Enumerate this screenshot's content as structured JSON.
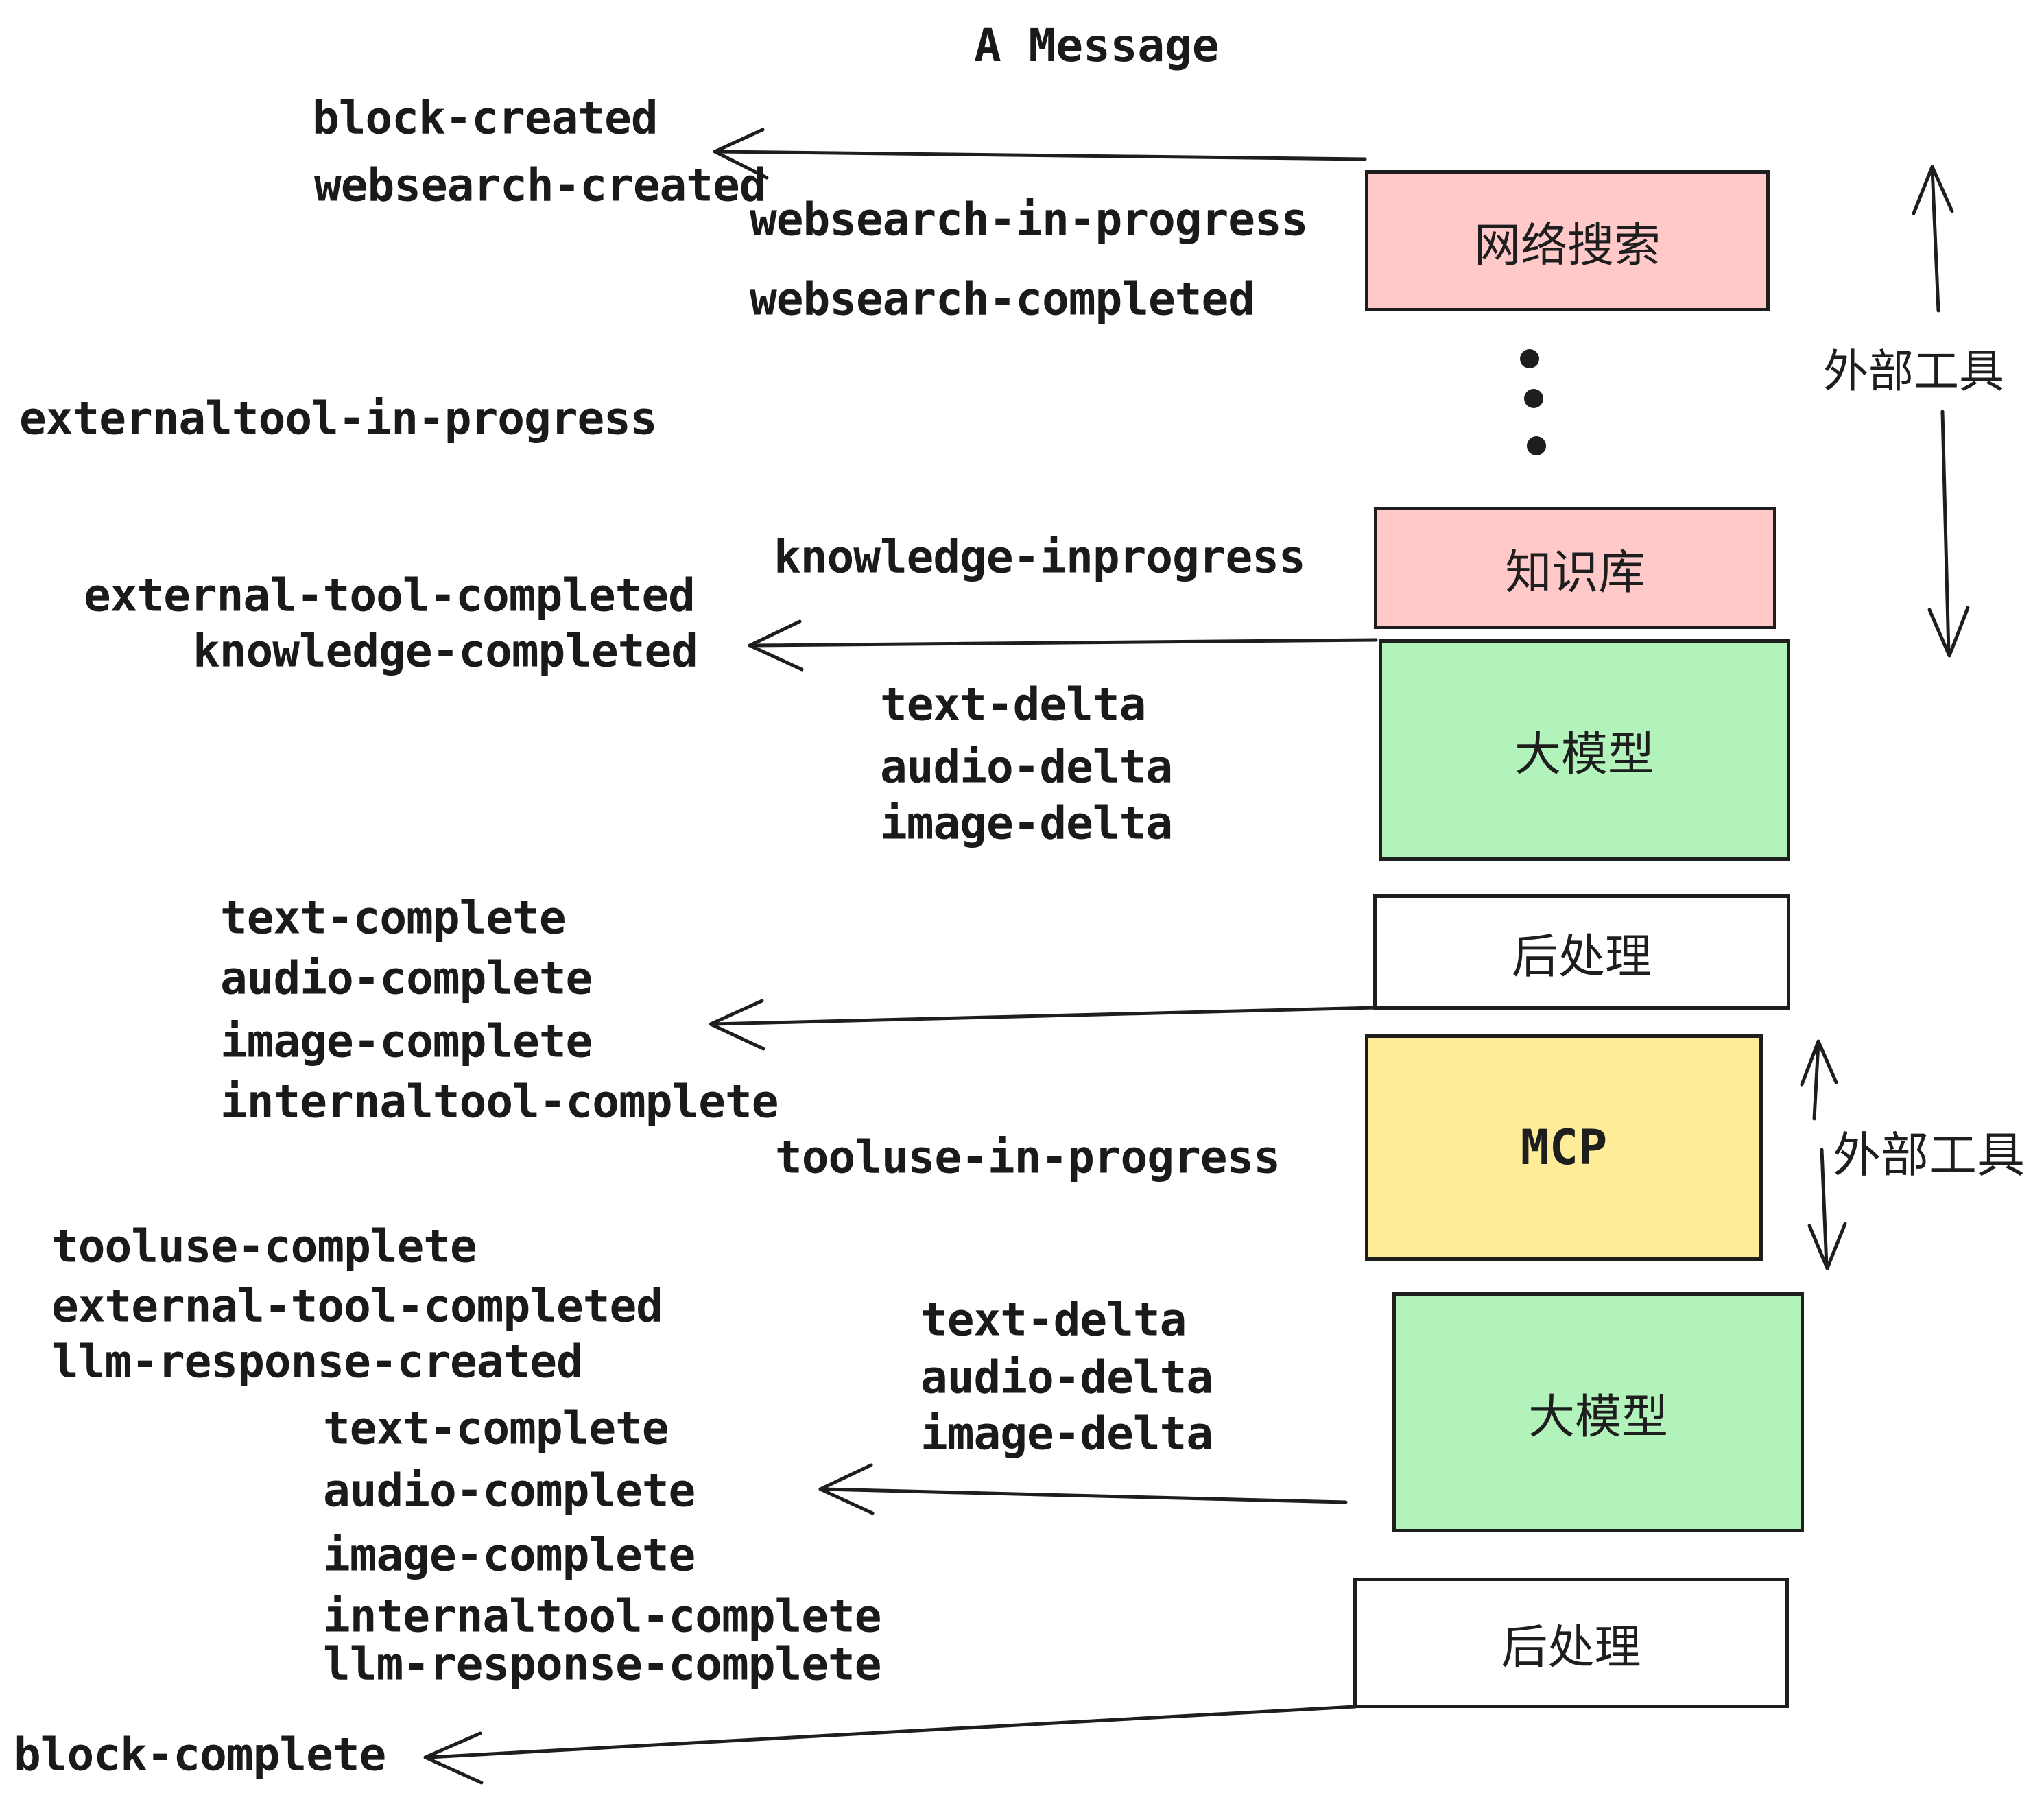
{
  "title": "A Message",
  "colors": {
    "pink": "#ffc9c9",
    "green": "#b2f2bb",
    "yellow": "#ffec99",
    "white": "#ffffff",
    "ink": "#1e1e1e"
  },
  "boxes": [
    {
      "id": "websearch",
      "label": "网络搜索",
      "fill": "pink"
    },
    {
      "id": "knowledge",
      "label": "知识库",
      "fill": "pink"
    },
    {
      "id": "llm-1",
      "label": "大模型",
      "fill": "green"
    },
    {
      "id": "post-1",
      "label": "后处理",
      "fill": "white"
    },
    {
      "id": "mcp",
      "label": "MCP",
      "fill": "yellow"
    },
    {
      "id": "llm-2",
      "label": "大模型",
      "fill": "green"
    },
    {
      "id": "post-2",
      "label": "后处理",
      "fill": "white"
    }
  ],
  "side_labels": {
    "top": "外部工具",
    "bottom": "外部工具"
  },
  "events": [
    {
      "text": "block-created"
    },
    {
      "text": "websearch-created"
    },
    {
      "text": "websearch-in-progress"
    },
    {
      "text": "websearch-completed"
    },
    {
      "text": "externaltool-in-progress"
    },
    {
      "text": "knowledge-inprogress"
    },
    {
      "text": "external-tool-completed"
    },
    {
      "text": "knowledge-completed"
    },
    {
      "text": "text-delta"
    },
    {
      "text": "audio-delta"
    },
    {
      "text": "image-delta"
    },
    {
      "text": "text-complete"
    },
    {
      "text": "audio-complete"
    },
    {
      "text": "image-complete"
    },
    {
      "text": "internaltool-complete"
    },
    {
      "text": "tooluse-in-progress"
    },
    {
      "text": "tooluse-complete"
    },
    {
      "text": "external-tool-completed"
    },
    {
      "text": "llm-response-created"
    },
    {
      "text": "text-delta"
    },
    {
      "text": "audio-delta"
    },
    {
      "text": "image-delta"
    },
    {
      "text": "text-complete"
    },
    {
      "text": "audio-complete"
    },
    {
      "text": "image-complete"
    },
    {
      "text": "internaltool-complete"
    },
    {
      "text": "llm-response-complete"
    },
    {
      "text": "block-complete"
    }
  ]
}
